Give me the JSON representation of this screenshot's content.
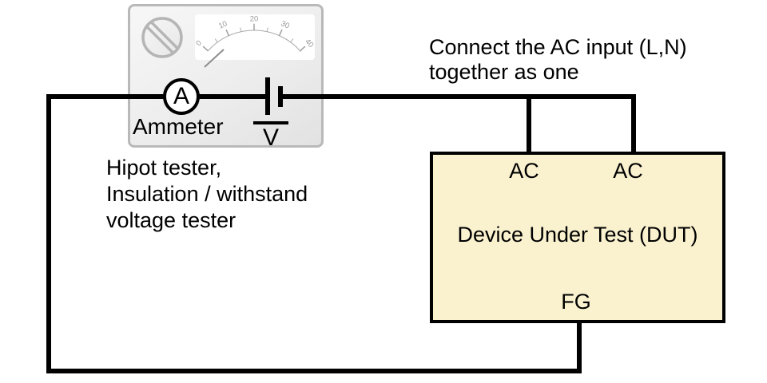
{
  "tester": {
    "name_lines": [
      "Hipot tester,",
      "Insulation / withstand",
      "voltage tester"
    ],
    "ammeter_label": "Ammeter",
    "ammeter_symbol": "A",
    "voltage_source_symbol": "V",
    "meter_scale_labels": [
      "0",
      "10",
      "20",
      "30",
      "40"
    ]
  },
  "annotation": {
    "lines": [
      "Connect the AC input (L,N)",
      "together as one"
    ]
  },
  "dut": {
    "title": "Device Under Test (DUT)",
    "terminals": {
      "ac_left": "AC",
      "ac_right": "AC",
      "fg": "FG"
    }
  },
  "colors": {
    "wire": "#000000",
    "dut_fill": "#FAF2CF",
    "dut_border": "#000000",
    "panel_border": "#b9b9b9",
    "panel_fill_start": "#f7f7f7",
    "panel_fill_end": "#e2e2e2",
    "meter_detail": "#9a9a9a",
    "text": "#000000"
  }
}
